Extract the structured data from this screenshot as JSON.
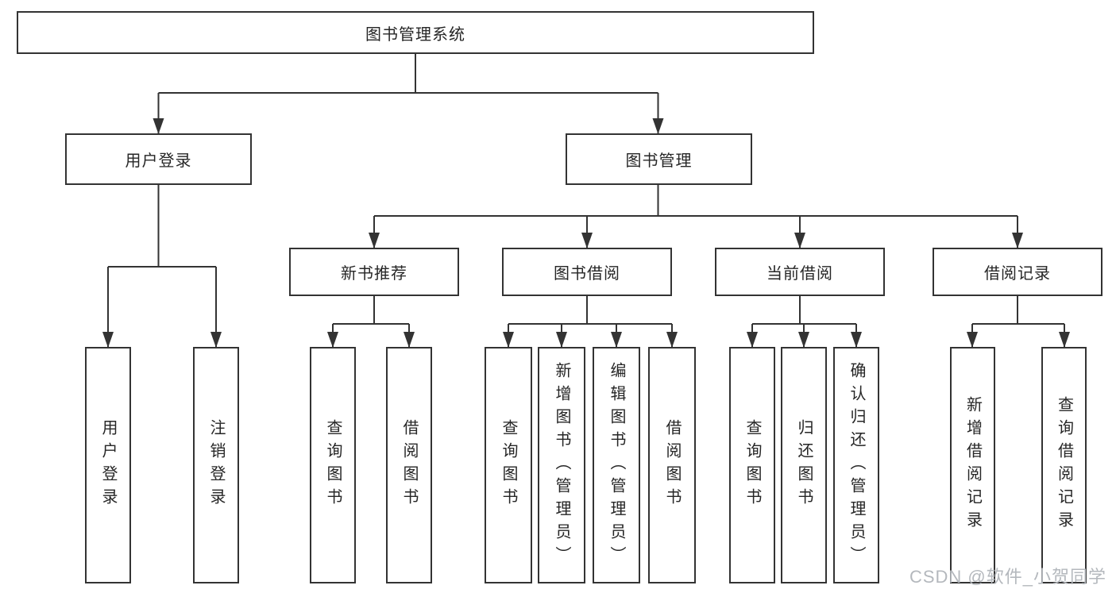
{
  "diagram": {
    "root": "图书管理系统",
    "level2": {
      "user_login": "用户登录",
      "book_management": "图书管理"
    },
    "level3": {
      "new_book_recommend": "新书推荐",
      "book_borrowing": "图书借阅",
      "current_borrowing": "当前借阅",
      "borrowing_records": "借阅记录"
    },
    "leaves": {
      "user_login": [
        "用户登录",
        "注销登录"
      ],
      "new_book_recommend": [
        "查询图书",
        "借阅图书"
      ],
      "book_borrowing": [
        "查询图书",
        "新增图书（管理员）",
        "编辑图书（管理员）",
        "借阅图书"
      ],
      "current_borrowing": [
        "查询图书",
        "归还图书",
        "确认归还（管理员）"
      ],
      "borrowing_records": [
        "新增借阅记录",
        "查询借阅记录"
      ]
    }
  },
  "watermark": "CSDN @软件_小贺同学",
  "colors": {
    "line": "#333333",
    "border": "#333333",
    "text": "#262626",
    "watermark": "#b4b8bd",
    "background": "#ffffff"
  }
}
